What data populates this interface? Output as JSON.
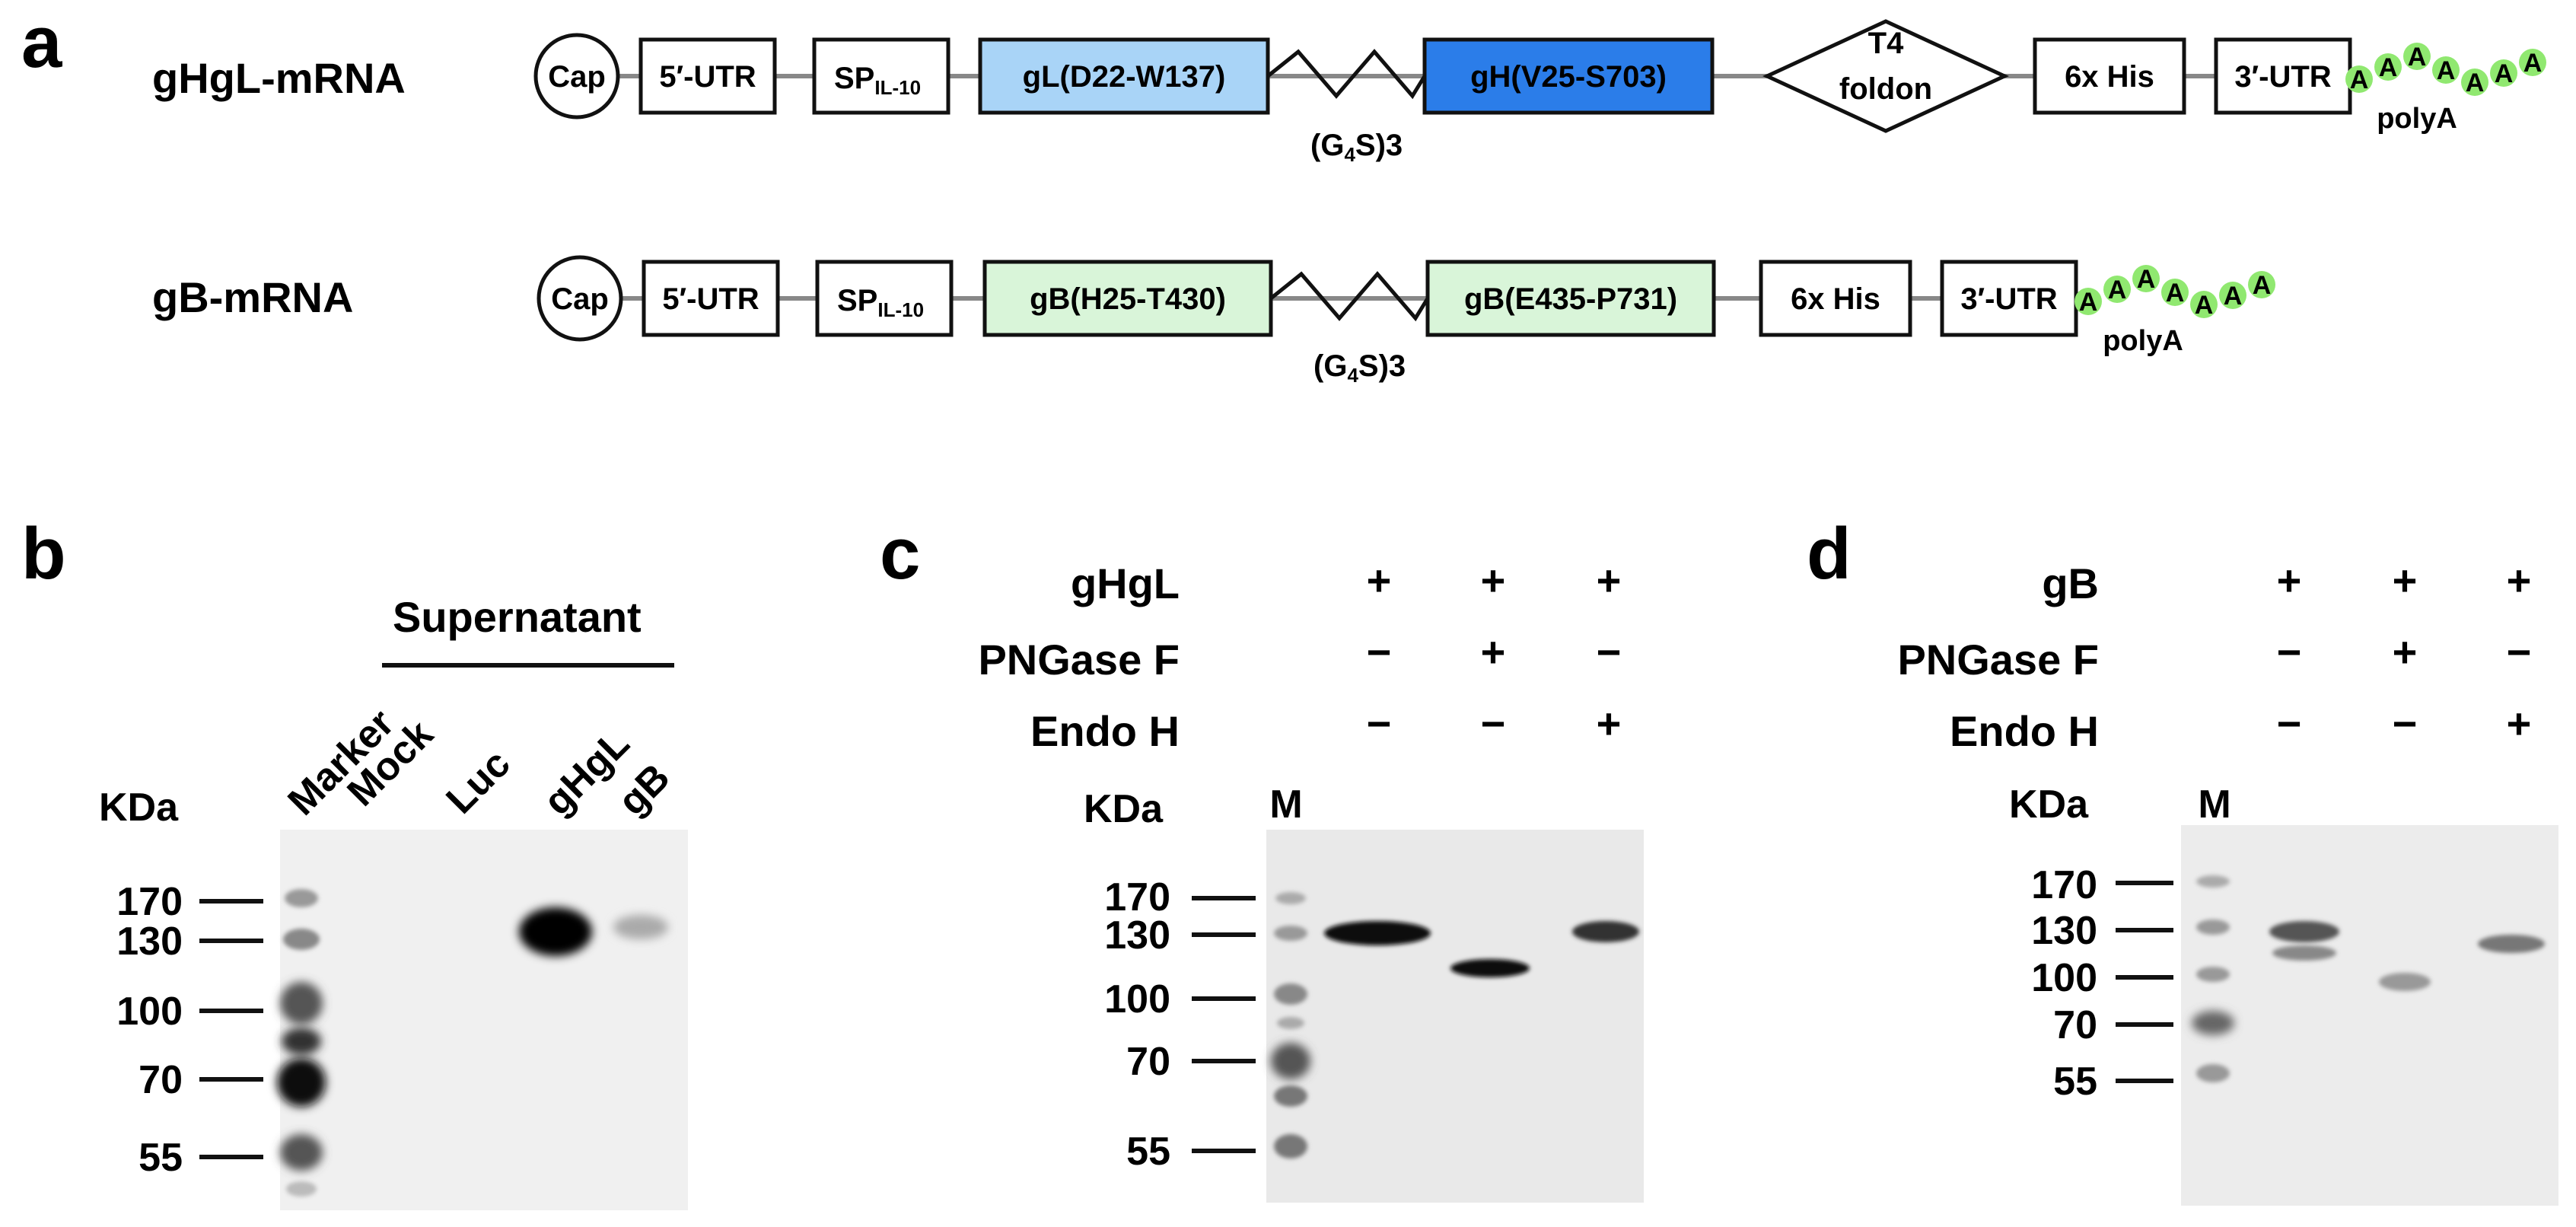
{
  "panels": {
    "a": {
      "label": "a",
      "rows": [
        {
          "name": "gHgL-mRNA",
          "cap": "Cap",
          "utr5": "5′-UTR",
          "sp": "SP",
          "sp_sub": "IL-10",
          "domain1": "gL(D22-W137)",
          "linker": "(G",
          "linker_sub": "4",
          "linker_tail": "S)3",
          "domain2": "gH(V25-S703)",
          "foldon_line1": "T4",
          "foldon_line2": "foldon",
          "his": "6x His",
          "utr3": "3′-UTR",
          "polyA_letter": "A",
          "polyA": "polyA"
        },
        {
          "name": "gB-mRNA",
          "cap": "Cap",
          "utr5": "5′-UTR",
          "sp": "SP",
          "sp_sub": "IL-10",
          "domain1": "gB(H25-T430)",
          "linker": "(G",
          "linker_sub": "4",
          "linker_tail": "S)3",
          "domain2": "gB(E435-P731)",
          "his": "6x His",
          "utr3": "3′-UTR",
          "polyA_letter": "A",
          "polyA": "polyA"
        }
      ],
      "colors": {
        "gL": "#a9d4f7",
        "gH": "#2b7de9",
        "gB": "#d9f5d9",
        "polyA": "#90e870",
        "line": "#888888"
      }
    },
    "b": {
      "label": "b",
      "group": "Supernatant",
      "unit": "KDa",
      "lanes": [
        "Marker",
        "Mock",
        "Luc",
        "gHgL",
        "gB"
      ],
      "markers": [
        "170",
        "130",
        "100",
        "70",
        "55"
      ]
    },
    "c": {
      "label": "c",
      "rows": [
        {
          "name": "gHgL",
          "signs": [
            "+",
            "+",
            "+"
          ]
        },
        {
          "name": "PNGase F",
          "signs": [
            "−",
            "+",
            "−"
          ]
        },
        {
          "name": "Endo H",
          "signs": [
            "−",
            "−",
            "+"
          ]
        }
      ],
      "unit": "KDa",
      "marker_lane": "M",
      "markers": [
        "170",
        "130",
        "100",
        "70",
        "55"
      ]
    },
    "d": {
      "label": "d",
      "rows": [
        {
          "name": "gB",
          "signs": [
            "+",
            "+",
            "+"
          ]
        },
        {
          "name": "PNGase F",
          "signs": [
            "−",
            "+",
            "−"
          ]
        },
        {
          "name": "Endo H",
          "signs": [
            "−",
            "−",
            "+"
          ]
        }
      ],
      "unit": "KDa",
      "marker_lane": "M",
      "markers": [
        "170",
        "130",
        "100",
        "70",
        "55"
      ]
    }
  }
}
